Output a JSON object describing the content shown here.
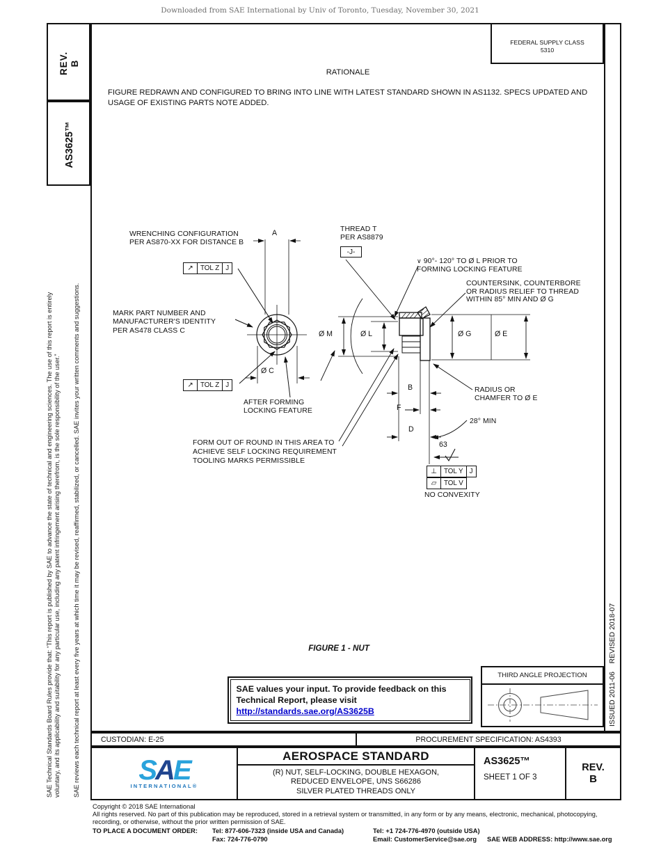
{
  "watermark": "Downloaded from SAE International by Univ of Toronto, Tuesday, November 30, 2021",
  "sidebar": {
    "rev_label": "REV.",
    "rev_value": "B",
    "doc_number": "AS3625™",
    "disclaimer_line1": "SAE Technical Standards Board Rules provide that: “This report is published by SAE to advance the state of technical and engineering sciences. The use of this report is entirely",
    "disclaimer_line2": "voluntary, and its applicability and suitability for any particular use, including any patent infringement arising therefrom, is the sole responsibility of the user.”",
    "review_note": "SAE reviews each technical report at least every five years at which time it may be revised, reaffirmed, stabilized, or cancelled. SAE invites your written comments and suggestions."
  },
  "header": {
    "fsc_line1": "FEDERAL SUPPLY CLASS",
    "fsc_line2": "5310",
    "rationale_title": "RATIONALE",
    "rationale_body": "FIGURE REDRAWN AND CONFIGURED TO BRING INTO LINE WITH LATEST STANDARD SHOWN IN AS1132. SPECS UPDATED AND USAGE OF EXISTING PARTS NOTE ADDED."
  },
  "drawing": {
    "wrenching_note": [
      "WRENCHING CONFIGURATION",
      "PER AS870-XX FOR DISTANCE B"
    ],
    "mark_note": [
      "MARK PART NUMBER AND",
      "MANUFACTURER'S IDENTITY",
      "PER AS478 CLASS C"
    ],
    "thread_note": [
      "THREAD T",
      "PER AS8879"
    ],
    "datum": "-J-",
    "csk_symbol": "∨",
    "angle_note": [
      "90°- 120° TO Ø L PRIOR TO",
      "FORMING LOCKING FEATURE"
    ],
    "csk_note": [
      "COUNTERSINK, COUNTERBORE",
      "OR RADIUS RELIEF TO THREAD",
      "WITHIN 85° MIN AND Ø G"
    ],
    "after_note": [
      "AFTER FORMING",
      "LOCKING FEATURE"
    ],
    "form_note": [
      "FORM OUT OF ROUND IN THIS AREA TO",
      "ACHIEVE SELF LOCKING REQUIREMENT",
      "TOOLING MARKS PERMISSIBLE"
    ],
    "radius_note": [
      "RADIUS OR",
      "CHAMFER TO Ø E"
    ],
    "dims": {
      "a": "A",
      "b": "B",
      "c": "Ø C",
      "d": "D",
      "e": "Ø E",
      "f": "F",
      "g": "Ø G",
      "l": "Ø L",
      "m": "Ø M"
    },
    "angle_min": "28° MIN",
    "finish": "63",
    "no_convexity": "NO CONVEXITY",
    "fcf1": {
      "sym": "↗",
      "tol": "TOL Z",
      "datum": "J"
    },
    "fcf2": {
      "sym": "↗",
      "tol": "TOL Z",
      "datum": "J"
    },
    "fcf3": {
      "sym": "⊥",
      "tol": "TOL Y",
      "datum": "J"
    },
    "fcf4": {
      "sym": "▱",
      "tol": "TOL V"
    }
  },
  "figure_caption": "FIGURE 1 - NUT",
  "feedback": {
    "line1": "SAE values your input. To provide feedback on this",
    "line2": "Technical Report, please visit",
    "link": "http://standards.sae.org/AS3625B"
  },
  "projection": {
    "title": "THIRD ANGLE PROJECTION"
  },
  "revision_strip": "ISSUED 2011-06    REVISED 2018-07",
  "custodian": "CUSTODIAN: E-25",
  "procurement": "PROCUREMENT SPECIFICATION: AS4393",
  "title_block": {
    "logo_s": "S",
    "logo_a": "A",
    "logo_e": "E",
    "logo_sub": "INTERNATIONAL®",
    "standard_type": "AEROSPACE STANDARD",
    "subtitle": [
      "(R) NUT, SELF-LOCKING, DOUBLE HEXAGON,",
      "REDUCED ENVELOPE, UNS S66286",
      "SILVER PLATED THREADS ONLY"
    ],
    "doc_number": "AS3625™",
    "sheet": "SHEET 1 OF 3",
    "rev_label": "REV.",
    "rev_value": "B"
  },
  "footer": {
    "copyright": "Copyright © 2018 SAE International",
    "rights": "All rights reserved. No part of this publication may be reproduced, stored in a retrieval system or transmitted, in any form or by any means, electronic, mechanical, photocopying, recording, or otherwise, without the prior written permission of SAE.",
    "order_label": "TO PLACE A DOCUMENT ORDER:",
    "tel1": "Tel: 877-606-7323 (inside USA and Canada)",
    "tel2": "Tel: +1 724-776-4970 (outside USA)",
    "fax": "Fax: 724-776-0790",
    "email": "Email: CustomerService@sae.org",
    "web": "SAE WEB ADDRESS: http://www.sae.org"
  }
}
